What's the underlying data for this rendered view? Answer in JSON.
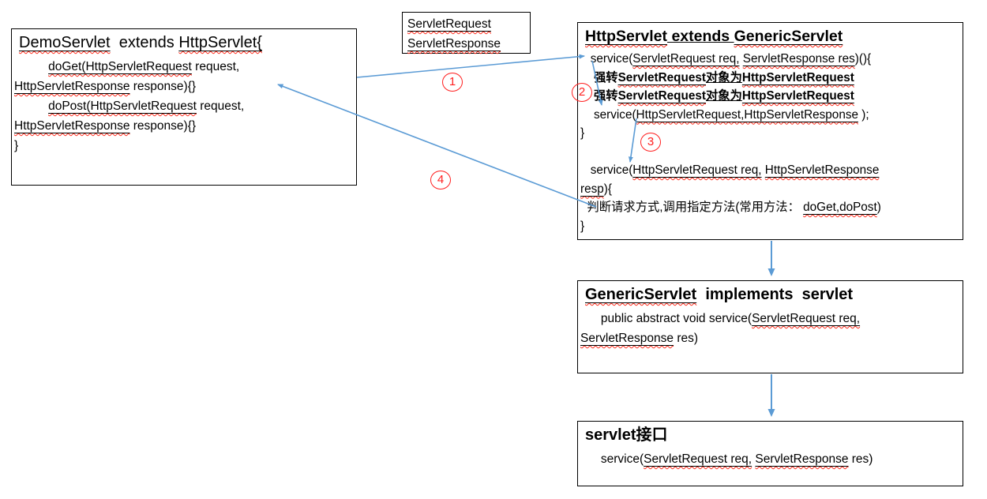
{
  "colors": {
    "arrow_blue": "#5b9bd5",
    "marker_red": "#ff1f1f",
    "squiggle_red": "#ff2a1a",
    "border_black": "#000000",
    "text_black": "#000000",
    "background": "#ffffff"
  },
  "boxes": {
    "demo_servlet": {
      "lines": [
        {
          "cls": "title",
          "segments": [
            {
              "t": "DemoServlet",
              "u": true,
              "sq": true
            },
            {
              "t": "  extends "
            },
            {
              "t": "HttpServlet{",
              "u": true,
              "sq": true
            }
          ]
        },
        {
          "segments": [
            {
              "t": "          "
            },
            {
              "t": "doGet(HttpServletRequest",
              "u": true,
              "sq": true
            },
            {
              "t": " request,"
            }
          ]
        },
        {
          "segments": [
            {
              "t": "HttpServletResponse",
              "u": true,
              "sq": true
            },
            {
              "t": " response){}"
            }
          ]
        },
        {
          "segments": [
            {
              "t": "          "
            },
            {
              "t": "doPost(HttpServletRequest",
              "u": true,
              "sq": true
            },
            {
              "t": " request,"
            }
          ]
        },
        {
          "segments": [
            {
              "t": "HttpServletResponse",
              "u": true,
              "sq": true
            },
            {
              "t": " response){}"
            }
          ]
        },
        {
          "segments": [
            {
              "t": "}"
            }
          ]
        }
      ]
    },
    "param_note": {
      "lines": [
        {
          "segments": [
            {
              "t": "ServletRequest",
              "u": true,
              "sq": true
            }
          ]
        },
        {
          "segments": [
            {
              "t": "ServletResponse",
              "u": true,
              "sq": true
            }
          ]
        }
      ]
    },
    "http_servlet": {
      "lines": [
        {
          "cls": "title",
          "segments": [
            {
              "t": "HttpServlet",
              "u": true,
              "sq": true
            },
            {
              "t": " extends ",
              "u": true
            },
            {
              "t": "GenericServlet",
              "u": true,
              "sq": true
            }
          ]
        },
        {
          "segments": [
            {
              "t": "   service("
            },
            {
              "t": "ServletRequest req,",
              "u": true,
              "sq": true
            },
            {
              "t": " "
            },
            {
              "t": "ServletResponse res",
              "u": true,
              "sq": true
            },
            {
              "t": ")(){"
            }
          ]
        },
        {
          "cls": "b",
          "segments": [
            {
              "t": "    强转"
            },
            {
              "t": "ServletRequest",
              "u": true,
              "sq": true
            },
            {
              "t": "对象为",
              "u": true
            },
            {
              "t": "HttpServletRequest",
              "u": true,
              "sq": true
            }
          ]
        },
        {
          "cls": "b",
          "segments": [
            {
              "t": "    强转"
            },
            {
              "t": "ServletRequest",
              "u": true,
              "sq": true
            },
            {
              "t": "对象为",
              "u": true
            },
            {
              "t": "HttpServletRequest",
              "u": true,
              "sq": true
            }
          ]
        },
        {
          "segments": [
            {
              "t": "    service("
            },
            {
              "t": "HttpServletRequest,HttpServletResponse",
              "u": true,
              "sq": true
            },
            {
              "t": " );"
            }
          ]
        },
        {
          "segments": [
            {
              "t": "}"
            }
          ]
        },
        {
          "segments": [
            {
              "t": " "
            }
          ]
        },
        {
          "segments": [
            {
              "t": "   service("
            },
            {
              "t": "HttpServletRequest req,",
              "u": true,
              "sq": true
            },
            {
              "t": " "
            },
            {
              "t": "HttpServletResponse",
              "u": true,
              "sq": true
            }
          ]
        },
        {
          "segments": [
            {
              "t": "resp",
              "u": true,
              "sq": true
            },
            {
              "t": "){"
            }
          ]
        },
        {
          "segments": [
            {
              "t": "  判断请求方式,调用指定方法(常用方法： "
            },
            {
              "t": "doGet,doPost",
              "u": true,
              "sq": true
            },
            {
              "t": ")"
            }
          ]
        },
        {
          "segments": [
            {
              "t": "}"
            }
          ]
        }
      ]
    },
    "generic_servlet": {
      "lines": [
        {
          "cls": "title",
          "segments": [
            {
              "t": "GenericServlet",
              "u": true,
              "sq": true
            },
            {
              "t": "  implements  servlet"
            }
          ]
        },
        {
          "segments": [
            {
              "t": "      public abstract void service("
            },
            {
              "t": "ServletRequest req,",
              "u": true,
              "sq": true
            }
          ]
        },
        {
          "segments": [
            {
              "t": "ServletResponse",
              "u": true,
              "sq": true
            },
            {
              "t": " res)"
            }
          ]
        }
      ]
    },
    "servlet_interface": {
      "lines": [
        {
          "cls": "title",
          "segments": [
            {
              "t": "servlet接口"
            }
          ]
        },
        {
          "segments": [
            {
              "t": "      service("
            },
            {
              "t": "ServletRequest req,",
              "u": true,
              "sq": true
            },
            {
              "t": " "
            },
            {
              "t": "ServletResponse",
              "u": true,
              "sq": true
            },
            {
              "t": " res)"
            }
          ]
        }
      ]
    }
  },
  "step_markers": [
    {
      "label": "1"
    },
    {
      "label": "2"
    },
    {
      "label": "3"
    },
    {
      "label": "4"
    }
  ]
}
